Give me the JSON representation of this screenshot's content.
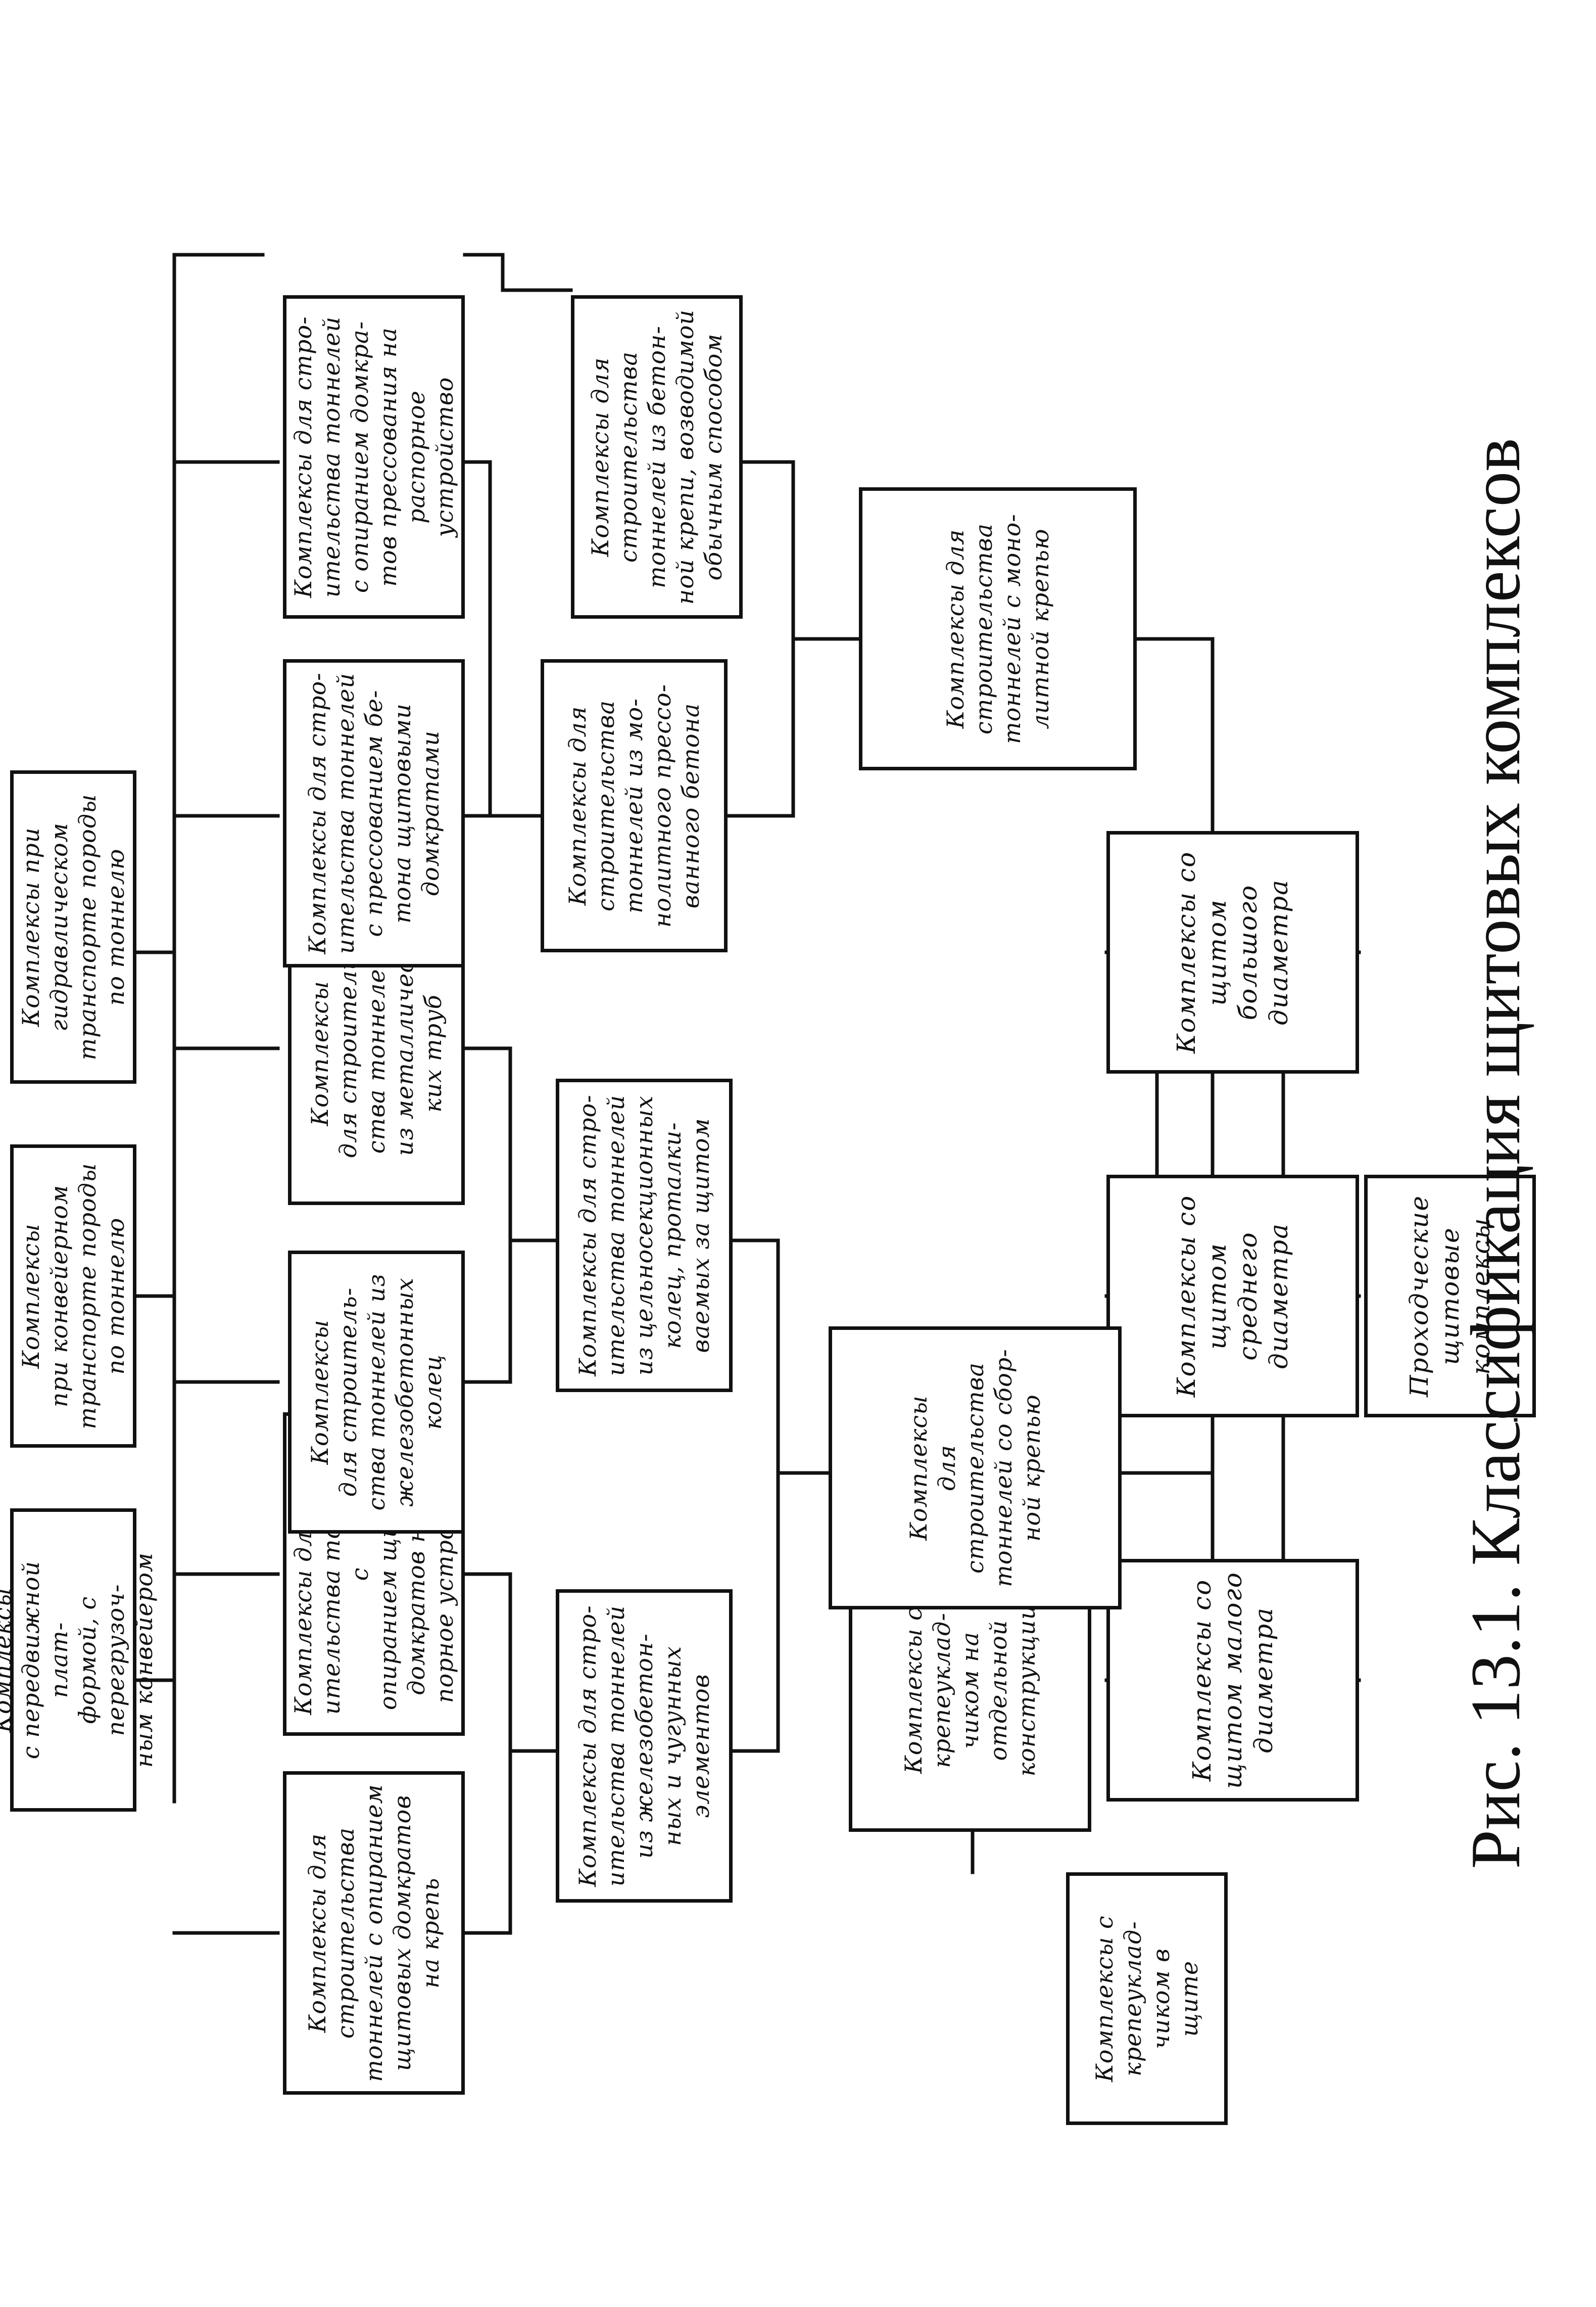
{
  "caption": "Рис. 13.1. Классификация щитовых комплексов",
  "nodes": {
    "root": "Проходческие\nщитовые\nкомплексы",
    "small_diameter": "Комплексы со\nщитом малого\nдиаметра",
    "medium_diameter": "Комплексы со\nщитом среднего\nдиаметра",
    "large_diameter": "Комплексы со\nщитом большого\nдиаметра",
    "erector_in_shield": "Комплексы с\nкрепеуклад-\nчиком в\nщите",
    "erector_separate": "Комплексы с\nкрепеуклад-\nчиком на\nотдельной\nконструкции",
    "precast_lining": "Комплексы\nдля строительства\nтоннелей со сбор-\nной крепью",
    "monolithic_lining": "Комплексы для\nстроительства\nтоннелей с моно-\nлитной крепью",
    "rc_cast_iron": "Комплексы для стро-\nительства тоннелей\nиз железобетон-\nных и чугунных\nэлементов",
    "one_piece_rings": "Комплексы для стро-\nительства тоннелей\nиз цельносекционных\nколец, проталки-\nваемых за щитом",
    "pressed_concrete": "Комплексы для\nстроительства\nтоннелей из мо-\nнолитного прессо-\nванного бетона",
    "concrete_conventional": "Комплексы для\nстроительства\nтоннелей из бетон-\nной крепи, возводимой\nобычным способом",
    "jacks_on_lining": "Комплексы для\nстроительства\nтоннелей с опиранием\nщитовых домкратов\nна крепь",
    "jacks_on_spacer": "Комплексы для стро-\nительства тоннелей с\nопиранием щитовых\nдомкратов на рас-\nпорное устройство",
    "rc_rings": "Комплексы\nдля строитель-\nства тоннелей из\nжелезобетонных\nколец",
    "metal_pipes": "Комплексы\nдля строитель-\nства тоннелей\nиз металличес-\nких труб",
    "pressing_shield_jacks": "Комплексы для стро-\nительства тоннелей\nс прессованием бе-\nтона щитовыми\nдомкратами",
    "pressing_on_spacer": "Комплексы для стро-\nительства тоннелей\nс опиранием домкра-\nтов прессования на\nраспорное устройство",
    "mobile_platform": "Комплексы\nс передвижной плат-\nформой, с перегрузоч-\nным конвейером",
    "conveyor_transport": "Комплексы\nпри конвейерном\nтранспорте породы\nпо тоннелю",
    "hydraulic_transport": "Комплексы при\nгидравлическом\nтранспорте породы\nпо тоннелю"
  }
}
